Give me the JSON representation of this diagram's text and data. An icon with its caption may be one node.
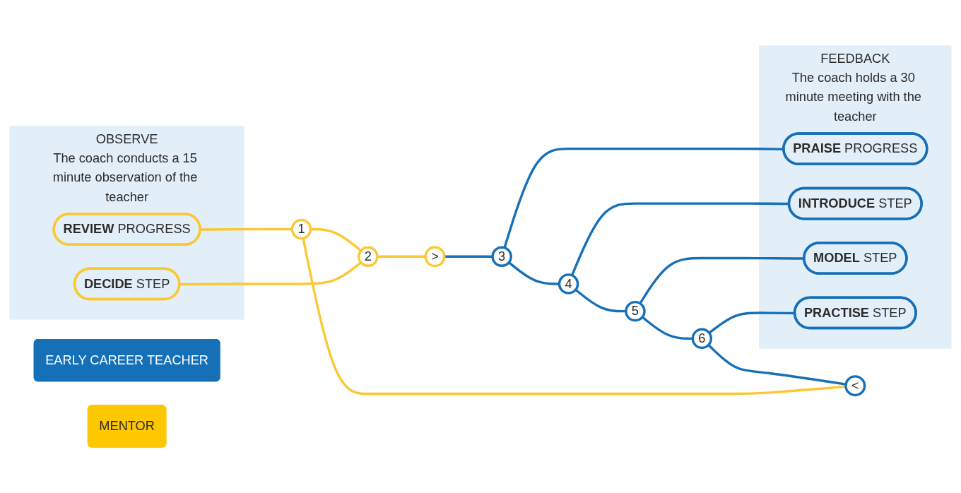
{
  "diagram": {
    "nodes": [
      {
        "text": [
          "OBSERVE",
          "The coach conducts a 15 minute observation of the teacher"
        ]
      },
      {
        "text": [
          "**DECIDE** STEP"
        ],
        "in": 0
      },
      {
        "text": [
          "**REVIEW** PROGRESS"
        ],
        "in": 0
      },
      {
        "text": [
          "FEEDBACK",
          "The coach holds a 30 minute meeting with the teacher"
        ]
      },
      {
        "text": [
          "**PRAISE** PROGRESS"
        ],
        "in": 3
      },
      {
        "text": [
          "**INTRODUCE** STEP"
        ],
        "in": 3
      },
      {
        "text": [
          "**MODEL** STEP"
        ],
        "in": 3
      },
      {
        "text": [
          "**PRACTISE** STEP"
        ],
        "in": 3
      },
      {
        "text": [
          "1"
        ]
      },
      {
        "text": [
          "2"
        ]
      },
      {
        "text": [
          ">"
        ]
      },
      {
        "text": [
          "3"
        ]
      },
      {
        "text": [
          "4"
        ]
      },
      {
        "text": [
          "5"
        ]
      },
      {
        "text": [
          "6"
        ]
      },
      {
        "text": [
          "<"
        ]
      },
      {
        "text": [
          "EARLY CAREER TEACHER"
        ]
      },
      {
        "text": [
          "MENTOR"
        ]
      }
    ],
    "edges": [
      {
        "from": 8,
        "to": 9,
        "arrow": "none",
        "color": "#fbc834"
      },
      {
        "from": 9,
        "to": 10,
        "arrow": "none",
        "color": "#fbc834"
      },
      {
        "from": 10,
        "to": 11,
        "arrow": "none"
      },
      {
        "from": 11,
        "to": 12,
        "arrow": "none"
      },
      {
        "from": 12,
        "to": 13,
        "arrow": "none"
      },
      {
        "from": 13,
        "to": 14,
        "arrow": "none"
      },
      {
        "from": 14,
        "to": 15,
        "arrow": "none"
      },
      {
        "from": 15,
        "to": 8,
        "arrow": "none",
        "color": "#fbc834"
      },
      {
        "from": 1,
        "to": 9,
        "arrow": "none",
        "color": "#fbc834"
      },
      {
        "from": 2,
        "to": 8,
        "arrow": "none",
        "color": "#fbc834"
      },
      {
        "from": 11,
        "to": 4,
        "arrow": "none"
      },
      {
        "from": 12,
        "to": 5,
        "arrow": "none"
      },
      {
        "from": 13,
        "to": 6,
        "arrow": "none"
      },
      {
        "from": 14,
        "to": 7,
        "arrow": "none"
      }
    ]
  }
}
